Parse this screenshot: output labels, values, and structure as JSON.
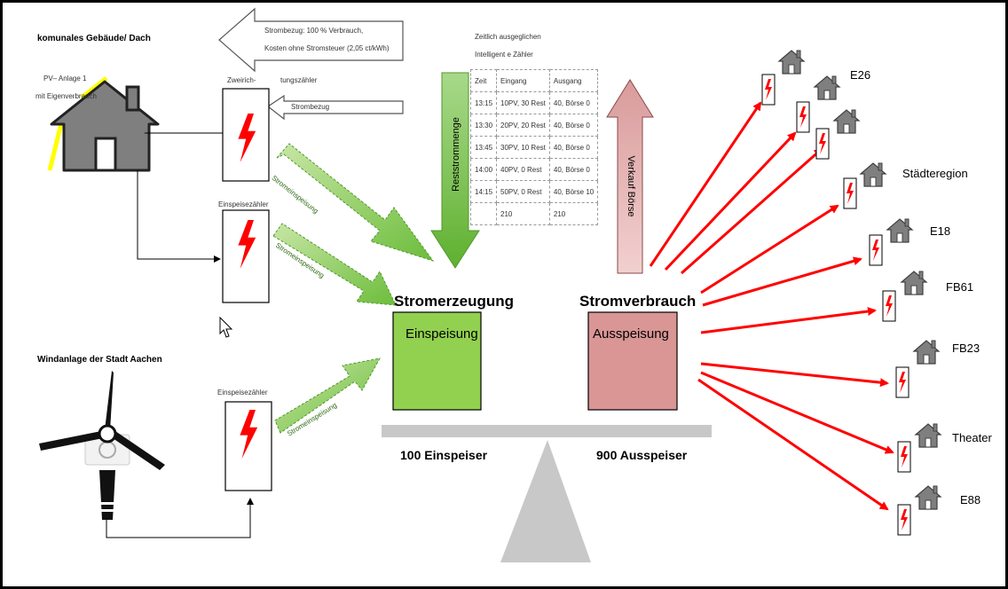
{
  "title": "komunales Gebäude/ Dach",
  "pv_label_line1": "PV– Anlage 1",
  "pv_label_line2": "mit Eigenverbrauch",
  "callout_line1": "Strombezug: 100 % Verbrauch,",
  "callout_line2": "Kosten ohne Stromsteuer (2,05 ct/kWh)",
  "meter_zweirichtung_part1": "Zweirich-",
  "meter_zweirichtung_part2": "tungszähler",
  "strombezug_arrow": "Strombezug",
  "meter_einspeise_1": "Einspeisezähler",
  "meter_einspeise_2": "Einspeisezähler",
  "wind_title": "Windanlage der Stadt Aachen",
  "arrow_label_1": "Stromeinspeisung",
  "arrow_label_2": "Stromeinspeisung",
  "arrow_label_3": "Stromeinspeisung",
  "reststrom_label": "Reststrommenge",
  "verkauf_label": "Verkauf Börse",
  "table_title_line1": "Zeitlich ausgeglichen",
  "table_title_line2": "Intelligent e Zähler",
  "table": {
    "headers": [
      "Zeit",
      "Eingang",
      "Ausgang"
    ],
    "rows": [
      [
        "13:15",
        "10PV, 30 Rest",
        "40, Börse 0"
      ],
      [
        "13:30",
        "20PV, 20 Rest",
        "40, Börse 0"
      ],
      [
        "13:45",
        "30PV, 10 Rest",
        "40, Börse 0"
      ],
      [
        "14:00",
        "40PV, 0 Rest",
        "40, Börse 0"
      ],
      [
        "14:15",
        "50PV, 0 Rest",
        "40, Börse 10"
      ],
      [
        "",
        "210",
        "210"
      ]
    ]
  },
  "stromerzeugung": "Stromerzeugung",
  "stromverbrauch": "Stromverbrauch",
  "einspeisung": "Einspeisung",
  "ausspeisung": "Ausspeisung",
  "einspeiser_count": "100 Einspeiser",
  "ausspeiser_count": "900 Ausspeiser",
  "consumers": [
    "E26",
    "Städteregion",
    "E18",
    "FB61",
    "FB23",
    "Theater",
    "E88"
  ],
  "colors": {
    "green_box": "#92d050",
    "red_box": "#d99694",
    "arrow_red": "#ff0000",
    "balance_grey": "#c8c8c8",
    "house_grey": "#7f7f7f",
    "pv_yellow": "#ffff00"
  }
}
